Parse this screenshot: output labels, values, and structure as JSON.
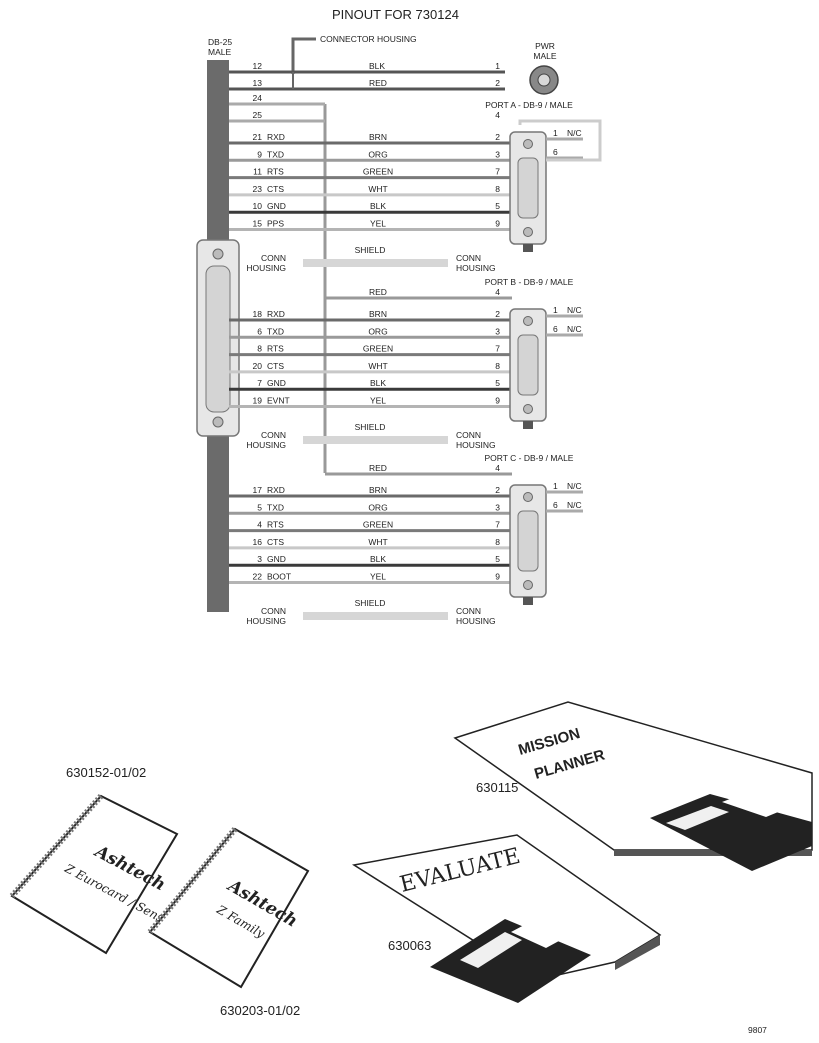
{
  "title": "PINOUT FOR 730124",
  "db25_label": [
    "DB-25",
    "MALE"
  ],
  "connector_housing": "CONNECTOR HOUSING",
  "pwr_label": [
    "PWR",
    "MALE"
  ],
  "power_pins": [
    {
      "db": "12",
      "color": "BLK",
      "pin": "1",
      "shade": "#555555"
    },
    {
      "db": "13",
      "color": "RED",
      "pin": "2",
      "shade": "#555555"
    }
  ],
  "bus_pins": [
    "24",
    "25"
  ],
  "ports": [
    {
      "title": "PORT A - DB-9 / MALE",
      "pin4": "4",
      "pin4_color": "",
      "extra": [
        {
          "pin": "1",
          "note": "N/C"
        },
        {
          "pin": "6",
          "note": ""
        }
      ],
      "loop": true,
      "rows": [
        {
          "db": "21",
          "sig": "RXD",
          "color": "BRN",
          "pin": "2",
          "shade": "#6a6a6a"
        },
        {
          "db": "9",
          "sig": "TXD",
          "color": "ORG",
          "pin": "3",
          "shade": "#9a9a9a"
        },
        {
          "db": "11",
          "sig": "RTS",
          "color": "GREEN",
          "pin": "7",
          "shade": "#7a7a7a"
        },
        {
          "db": "23",
          "sig": "CTS",
          "color": "WHT",
          "pin": "8",
          "shade": "#c8c8c8"
        },
        {
          "db": "10",
          "sig": "GND",
          "color": "BLK",
          "pin": "5",
          "shade": "#3a3a3a"
        },
        {
          "db": "15",
          "sig": "PPS",
          "color": "YEL",
          "pin": "9",
          "shade": "#b4b4b4"
        }
      ],
      "shield": "SHIELD",
      "conn_left": [
        "CONN",
        "HOUSING"
      ],
      "conn_right": [
        "CONN",
        "HOUSING"
      ]
    },
    {
      "title": "PORT B - DB-9 / MALE",
      "pin4": "4",
      "pin4_color": "RED",
      "extra": [
        {
          "pin": "1",
          "note": "N/C"
        },
        {
          "pin": "6",
          "note": "N/C"
        }
      ],
      "loop": false,
      "rows": [
        {
          "db": "18",
          "sig": "RXD",
          "color": "BRN",
          "pin": "2",
          "shade": "#6a6a6a"
        },
        {
          "db": "6",
          "sig": "TXD",
          "color": "ORG",
          "pin": "3",
          "shade": "#9a9a9a"
        },
        {
          "db": "8",
          "sig": "RTS",
          "color": "GREEN",
          "pin": "7",
          "shade": "#7a7a7a"
        },
        {
          "db": "20",
          "sig": "CTS",
          "color": "WHT",
          "pin": "8",
          "shade": "#c8c8c8"
        },
        {
          "db": "7",
          "sig": "GND",
          "color": "BLK",
          "pin": "5",
          "shade": "#3a3a3a"
        },
        {
          "db": "19",
          "sig": "EVNT",
          "color": "YEL",
          "pin": "9",
          "shade": "#b4b4b4"
        }
      ],
      "shield": "SHIELD",
      "conn_left": [
        "CONN",
        "HOUSING"
      ],
      "conn_right": [
        "CONN",
        "HOUSING"
      ]
    },
    {
      "title": "PORT C - DB-9 / MALE",
      "pin4": "4",
      "pin4_color": "RED",
      "extra": [
        {
          "pin": "1",
          "note": "N/C"
        },
        {
          "pin": "6",
          "note": "N/C"
        }
      ],
      "loop": false,
      "rows": [
        {
          "db": "17",
          "sig": "RXD",
          "color": "BRN",
          "pin": "2",
          "shade": "#6a6a6a"
        },
        {
          "db": "5",
          "sig": "TXD",
          "color": "ORG",
          "pin": "3",
          "shade": "#9a9a9a"
        },
        {
          "db": "4",
          "sig": "RTS",
          "color": "GREEN",
          "pin": "7",
          "shade": "#7a7a7a"
        },
        {
          "db": "16",
          "sig": "CTS",
          "color": "WHT",
          "pin": "8",
          "shade": "#c8c8c8"
        },
        {
          "db": "3",
          "sig": "GND",
          "color": "BLK",
          "pin": "5",
          "shade": "#3a3a3a"
        },
        {
          "db": "22",
          "sig": "BOOT",
          "color": "YEL",
          "pin": "9",
          "shade": "#b4b4b4"
        }
      ],
      "shield": "SHIELD",
      "conn_left": [
        "CONN",
        "HOUSING"
      ],
      "conn_right": [
        "CONN",
        "HOUSING"
      ]
    }
  ],
  "products": {
    "manual_a_part": "630152-01/02",
    "manual_a_brand": "Ashtech",
    "manual_a_title": "Z Eurocard / Sensor",
    "manual_b_part": "630203-01/02",
    "manual_b_brand": "Ashtech",
    "manual_b_title": "Z Family",
    "evaluate_part": "630063",
    "evaluate_title": "EVALUATE",
    "mission_part": "630115",
    "mission_title_1": "MISSION",
    "mission_title_2": "PLANNER"
  },
  "figure_number": "9807"
}
